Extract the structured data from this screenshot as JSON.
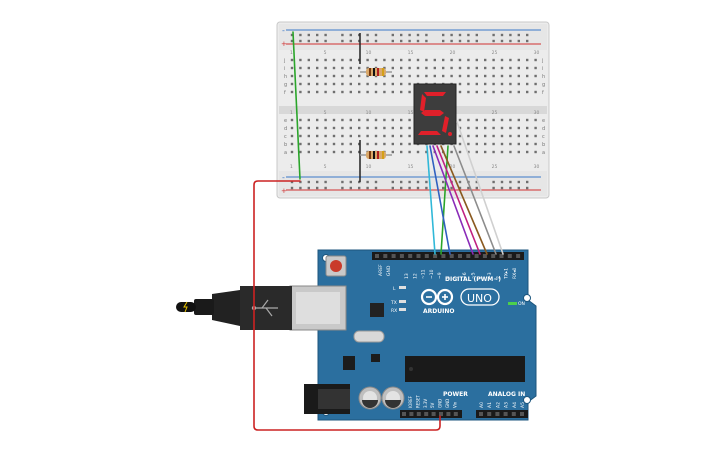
{
  "breadboard": {
    "rail_plus": "+",
    "rail_minus": "-",
    "row_letters_top": [
      "j",
      "i",
      "h",
      "g",
      "f"
    ],
    "row_letters_bottom": [
      "e",
      "d",
      "c",
      "b",
      "a"
    ],
    "column_numbers_sample": [
      "1",
      "5",
      "10",
      "15",
      "20",
      "25",
      "30"
    ]
  },
  "seven_segment": {
    "digit": "5",
    "segment_color": "#e0202a",
    "body_color": "#3d3d3d"
  },
  "arduino": {
    "board_color": "#2b6f9f",
    "logo_text": "ARDUINO",
    "model_text": "UNO",
    "header_digital": "DIGITAL (PWM~)",
    "header_power": "POWER",
    "header_analog": "ANALOG IN",
    "label_aref": "AREF",
    "label_gnd": "GND",
    "label_on": "ON",
    "label_l": "L",
    "label_tx": "TX",
    "label_rx": "RX",
    "digital_pins": [
      "13",
      "12",
      "~11",
      "~10",
      "~9",
      "8",
      "7",
      "~6",
      "~5",
      "4",
      "~3",
      "2",
      "TX▸1",
      "RX◂0"
    ],
    "power_pins": [
      "IOREF",
      "RESET",
      "3.3V",
      "5V",
      "GND",
      "GND",
      "Vin"
    ],
    "analog_pins": [
      "A0",
      "A1",
      "A2",
      "A3",
      "A4",
      "A5"
    ]
  },
  "wires": {
    "colors": {
      "red": "#cc2222",
      "green": "#2aa52a",
      "cyan": "#30b8d8",
      "blue": "#3060c0",
      "purple": "#8a2bb8",
      "magenta": "#c02080",
      "brown": "#8a5a20",
      "grey": "#8c8c8c",
      "white": "#d8d8d8"
    }
  }
}
